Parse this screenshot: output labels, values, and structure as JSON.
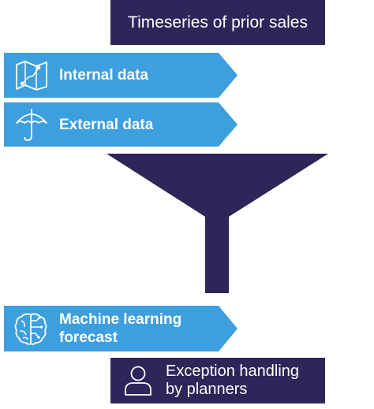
{
  "top": {
    "title": "Timeseries of prior sales"
  },
  "inputs": [
    {
      "label": "Internal data",
      "icon": "map-route-icon"
    },
    {
      "label": "External data",
      "icon": "umbrella-icon"
    }
  ],
  "ml": {
    "line1": "Machine learning",
    "line2": "forecast",
    "icon": "brain-circuit-icon"
  },
  "exception": {
    "line1": "Exception handling",
    "line2": "by planners",
    "icon": "person-icon"
  },
  "colors": {
    "dark": "#2e2559",
    "blue": "#3d9fdd",
    "white": "#ffffff"
  }
}
